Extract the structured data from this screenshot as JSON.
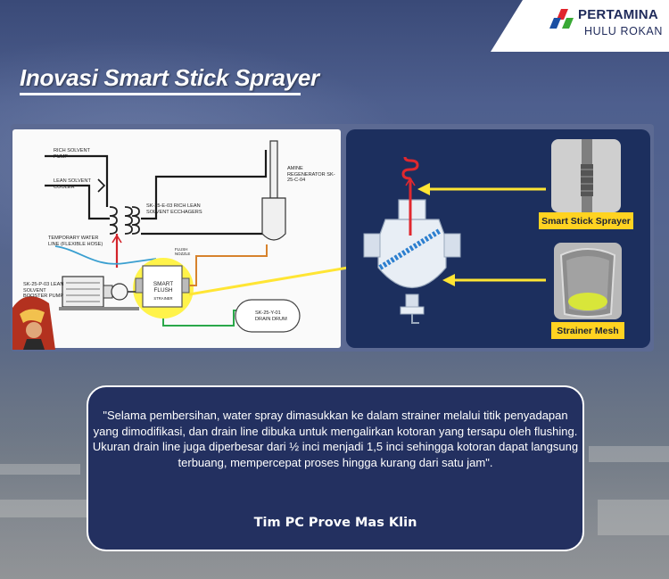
{
  "brand": {
    "name": "PERTAMINA",
    "subtitle": "HULU ROKAN",
    "colors": {
      "red": "#e1242b",
      "green": "#39a935",
      "blue": "#1b4fa3"
    }
  },
  "title": "Inovasi Smart Stick Sprayer",
  "diagram": {
    "labels": {
      "rich_solvent_pump": "RICH SOLVENT PUMP",
      "lean_solvent_cooler": "LEAN SOLVENT COOLER",
      "exchanger": "SK-25-E-03 RICH LEAN SOLVENT ECCHAGERS",
      "amine_regenerator": "AMINE REGENERATOR SK-25-C-04",
      "temp_water_line": "TEMPORARY WATER LINE (FLEXIBLE HOSE)",
      "flush_nozzle": "FLUSH NOZZLE",
      "booster_pump": "SK-25-P-03 LEAN SOLVENT BOOSTER PUMP",
      "smart_flush": "SMART FLUSH",
      "strainer": "STRAINER",
      "drain_drum": "SK-25-Y-01 DRAIN DRUM"
    }
  },
  "photos": {
    "top_label": "Smart Stick Sprayer",
    "bottom_label": "Strainer Mesh"
  },
  "quote": {
    "text": "\"Selama pembersihan, water spray dimasukkan ke dalam strainer melalui titik penyadapan yang dimodifikasi, dan drain line dibuka untuk mengalirkan kotoran yang tersapu oleh flushing. Ukuran drain line juga diperbesar dari ½ inci menjadi 1,5 inci sehingga kotoran dapat langsung terbuang, mempercepat proses hingga kurang dari satu jam\".",
    "author": "Tim PC Prove Mas Klin"
  }
}
